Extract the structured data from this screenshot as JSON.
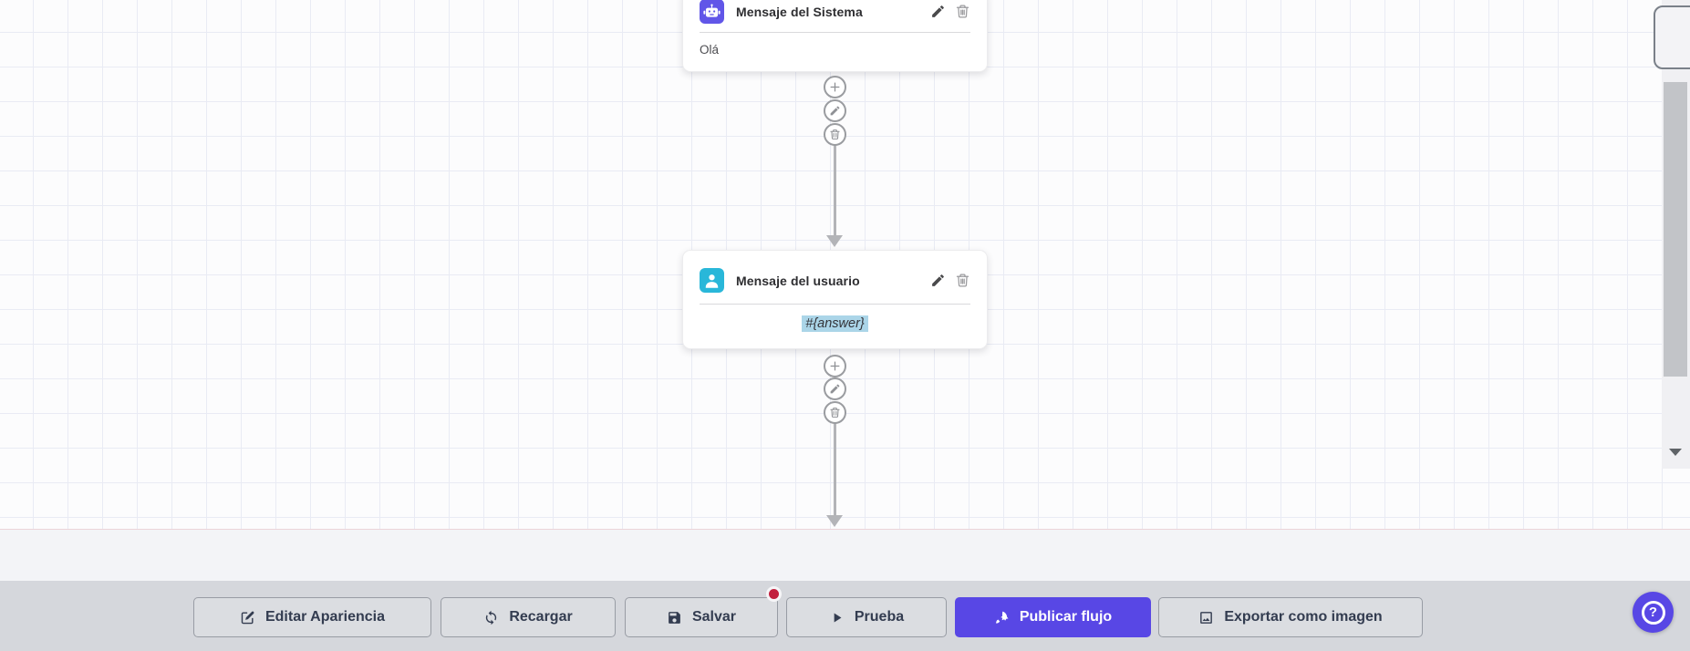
{
  "canvas": {
    "nodes": [
      {
        "id": "system-message",
        "title": "Mensaje del Sistema",
        "body": "Olá",
        "icon": "robot-icon",
        "icon_color": "#6156E8",
        "actions": [
          "edit",
          "delete"
        ]
      },
      {
        "id": "user-message",
        "title": "Mensaje del usuario",
        "body": "#{answer}",
        "icon": "user-icon",
        "icon_color": "#29B7D9",
        "body_highlight_color": "#ABD5E8",
        "actions": [
          "edit",
          "delete"
        ]
      }
    ],
    "connector_actions": [
      "add",
      "edit",
      "delete"
    ],
    "connector_color": "#B3B4B8"
  },
  "toolbar": {
    "buttons": [
      {
        "label": "Editar Apariencia",
        "icon": "edit-square-icon",
        "variant": "default"
      },
      {
        "label": "Recargar",
        "icon": "refresh-icon",
        "variant": "default"
      },
      {
        "label": "Salvar",
        "icon": "save-icon",
        "variant": "default",
        "badge": true
      },
      {
        "label": "Prueba",
        "icon": "play-icon",
        "variant": "default"
      },
      {
        "label": "Publicar flujo",
        "icon": "rocket-icon",
        "variant": "primary"
      },
      {
        "label": "Exportar como imagen",
        "icon": "image-icon",
        "variant": "default"
      }
    ],
    "badge_color": "#C2203E",
    "primary_color": "#5847E5"
  },
  "help": {
    "label": "?"
  }
}
